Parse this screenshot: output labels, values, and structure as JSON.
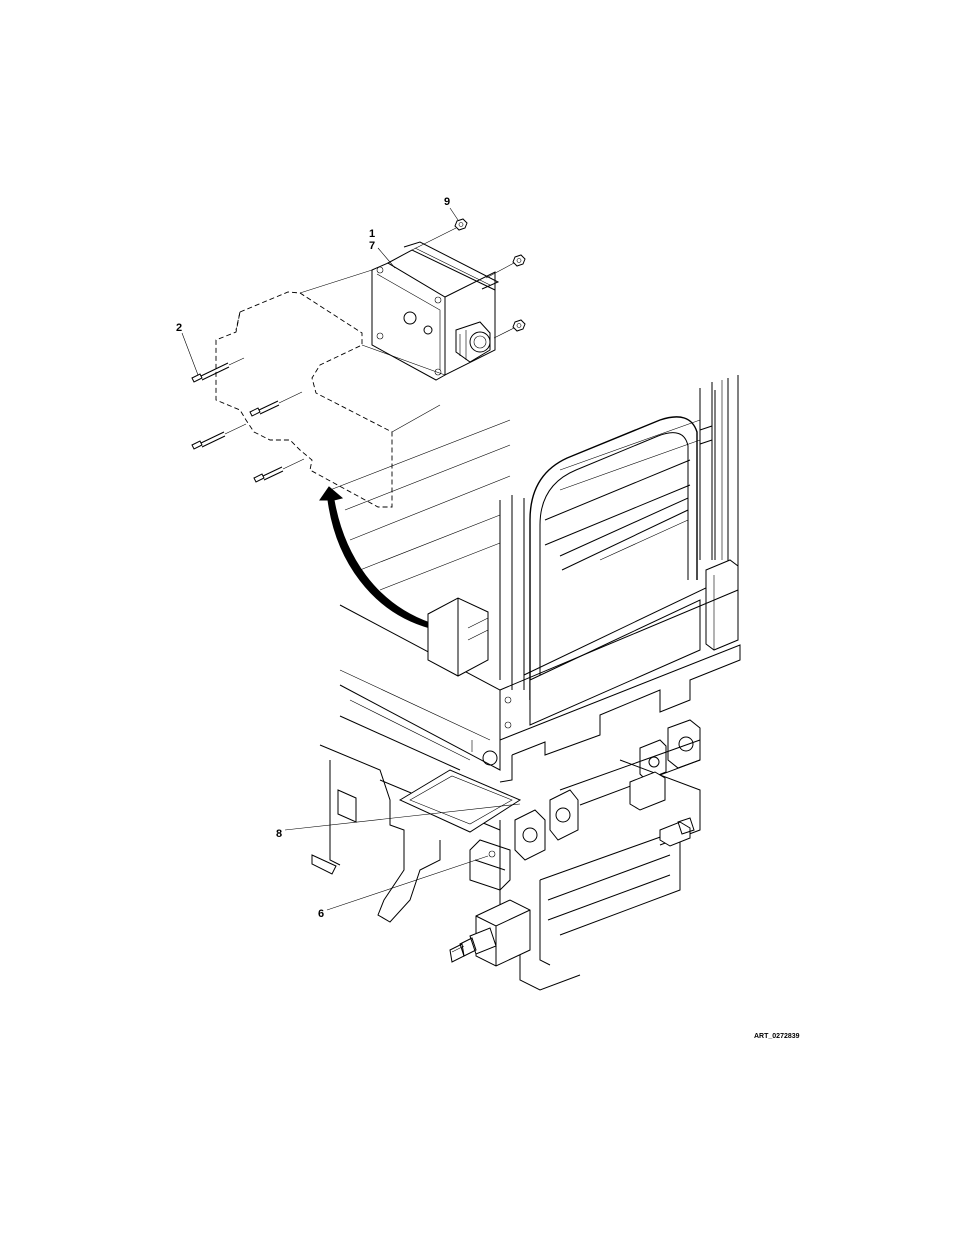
{
  "callouts": {
    "c9": "9",
    "c1": "1",
    "c7": "7",
    "c2": "2",
    "c8": "8",
    "c6": "6"
  },
  "art_id": "ART_0272839"
}
